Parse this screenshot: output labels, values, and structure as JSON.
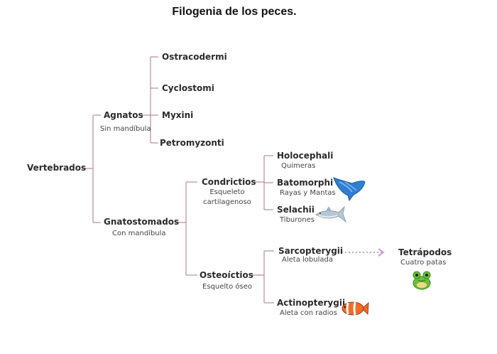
{
  "title": "Filogenia de los peces.",
  "nodes": {
    "vertebrados": {
      "label": "Vertebrados"
    },
    "agnatos": {
      "label": "Agnatos",
      "sub": "Sin mandíbula"
    },
    "ostracodermi": {
      "label": "Ostracodermi"
    },
    "cyclostomi": {
      "label": "Cyclostomi"
    },
    "myxini": {
      "label": "Myxini"
    },
    "petromyzonti": {
      "label": "Petromyzonti"
    },
    "gnatostomados": {
      "label": "Gnatostomados",
      "sub": "Con mandíbula"
    },
    "condrictios": {
      "label": "Condrictios",
      "sub1": "Esqueleto",
      "sub2": "cartilagenoso"
    },
    "holocephali": {
      "label": "Holocephali",
      "sub": "Quimeras"
    },
    "batomorphi": {
      "label": "Batomorphi",
      "sub": "Rayas y Mantas"
    },
    "selachii": {
      "label": "Selachii",
      "sub": "Tiburones"
    },
    "osteoictios": {
      "label": "Osteoíctios",
      "sub": "Esquelto óseo"
    },
    "sarcopterygii": {
      "label": "Sarcopterygii",
      "sub": "Aleta lobulada"
    },
    "actinopterygii": {
      "label": "Actinopterygii",
      "sub": "Aleta con radios"
    },
    "tetrapodos": {
      "label": "Tetrápodos",
      "sub": "Cuatro patas"
    }
  },
  "colors": {
    "line": "#b98c9b",
    "arrow": "#c9a3d3",
    "ray": "#2f7fd0",
    "frog": "#6bbf3a",
    "clown": "#f26b2a"
  },
  "icons": {
    "ray": "manta-ray-icon",
    "shark": "shark-icon",
    "frog": "frog-icon",
    "clownfish": "clownfish-icon"
  }
}
